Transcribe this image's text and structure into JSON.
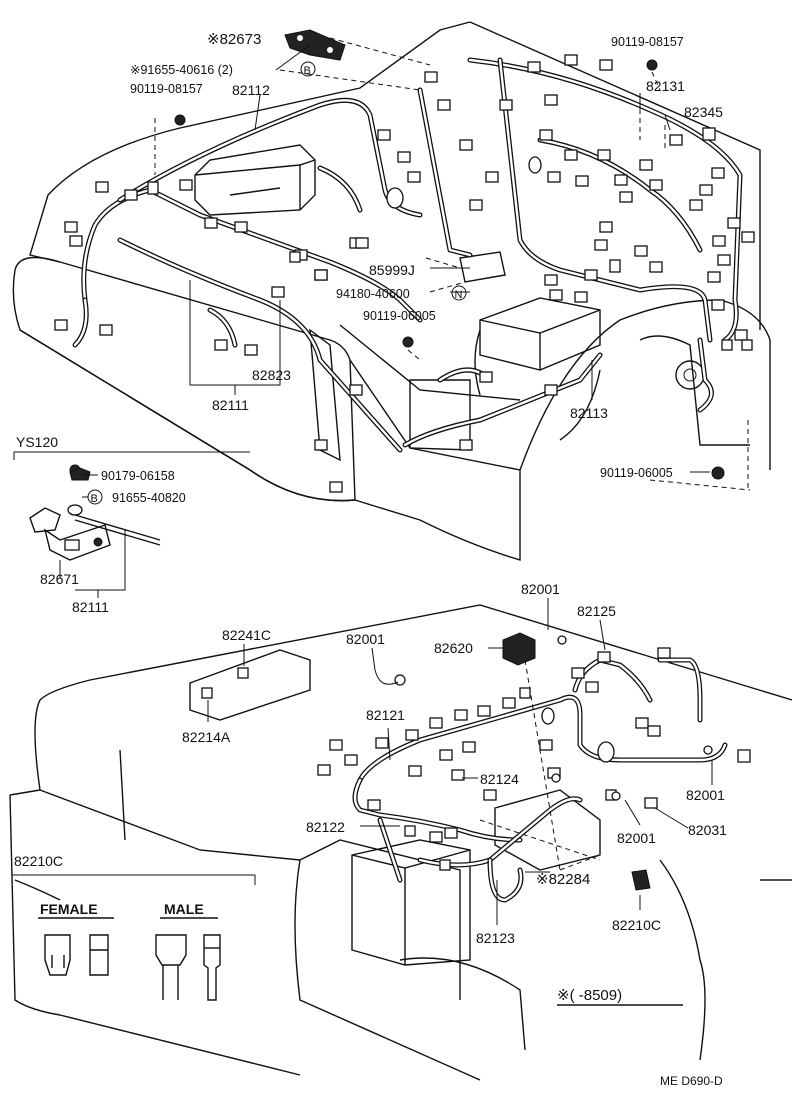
{
  "labels": {
    "p82673": "※82673",
    "p91655_40616": "※91655-40616 (2)",
    "p90119_08157_left": "90119-08157",
    "p82112": "82112",
    "p90119_08157_right": "90119-08157",
    "p82131": "82131",
    "p82345": "82345",
    "p85999j": "85999J",
    "p94180_40600": "94180-40600",
    "p90119_06005_mid": "90119-06005",
    "p82823": "82823",
    "p82111_top": "82111",
    "p82113": "82113",
    "p90119_06005_right": "90119-06005",
    "ys120": "YS120",
    "p90179_06158": "90179-06158",
    "p91655_40820": "91655-40820",
    "p82671": "82671",
    "p82111_inset": "82111",
    "p82241c": "82241C",
    "p82214a": "82214A",
    "p82001_a": "82001",
    "p82001_b": "82001",
    "p82620": "82620",
    "p82125": "82125",
    "p82121": "82121",
    "p82124": "82124",
    "p82122": "82122",
    "p82001_c": "82001",
    "p82001_d": "82001",
    "p82031": "82031",
    "p82284": "※82284",
    "p82123": "82123",
    "p82210c_bottom": "82210C",
    "p82210c_title": "82210C",
    "female": "FEMALE",
    "male": "MALE",
    "note": "※(      -8509)",
    "code": "ME  D690-D"
  },
  "badges": {
    "b1": "B",
    "b2": "N",
    "b3": "B"
  },
  "icons": {
    "bolt": "bolt-icon",
    "clip": "clip-icon",
    "fuse-female": "fuse-female-icon",
    "fuse-male": "fuse-male-icon"
  }
}
